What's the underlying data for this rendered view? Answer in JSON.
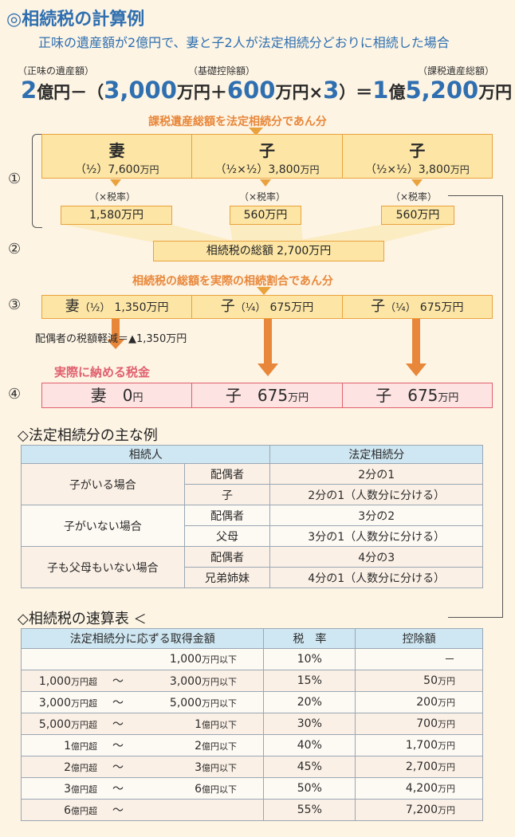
{
  "title": "◎相続税の計算例",
  "subtitle": "正味の遺産額が2億円で、妻と子2人が法定相続分どおりに相続した場合",
  "formula": {
    "labels": [
      "（正味の遺産額）",
      "（基礎控除額）",
      "（課税遺産総額）"
    ],
    "parts": [
      "2",
      "億円－（",
      "3,000",
      "万円＋",
      "600",
      "万円×",
      "3",
      "）＝",
      "1",
      "億",
      "5,200",
      "万円"
    ]
  },
  "caption1": "課税遺産総額を法定相続分であん分",
  "step_markers": [
    "①",
    "②",
    "③",
    "④"
  ],
  "heirs_row1": [
    {
      "name": "妻",
      "frac": "（½）",
      "amount": "7,600",
      "unit": "万円"
    },
    {
      "name": "子",
      "frac": "（½×½）",
      "amount": "3,800",
      "unit": "万円"
    },
    {
      "name": "子",
      "frac": "（½×½）",
      "amount": "3,800",
      "unit": "万円"
    }
  ],
  "tax_rate_label": "（×税率）",
  "tax_amounts": [
    "1,580万円",
    "560万円",
    "560万円"
  ],
  "total_tax": "相続税の総額 2,700万円",
  "caption2": "相続税の総額を実際の相続割合であん分",
  "heirs_row3": [
    {
      "name": "妻",
      "frac": "（½）",
      "amount": "1,350万円"
    },
    {
      "name": "子",
      "frac": "（¼）",
      "amount": "675万円"
    },
    {
      "name": "子",
      "frac": "（¼）",
      "amount": "675万円"
    }
  ],
  "spouse_reduction": "配偶者の税額軽減＝▲1,350万円",
  "caption3": "実際に納める税金",
  "final_row": [
    {
      "name": "妻",
      "amount": "0",
      "unit": "円"
    },
    {
      "name": "子",
      "amount": "675",
      "unit": "万円"
    },
    {
      "name": "子",
      "amount": "675",
      "unit": "万円"
    }
  ],
  "section2_title": "◇法定相続分の主な例",
  "table1": {
    "headers": [
      "相続人",
      "法定相続分"
    ],
    "groups": [
      {
        "case": "子がいる場合",
        "rows": [
          [
            "配偶者",
            "2分の1"
          ],
          [
            "子",
            "2分の1（人数分に分ける）"
          ]
        ]
      },
      {
        "case": "子がいない場合",
        "rows": [
          [
            "配偶者",
            "3分の2"
          ],
          [
            "父母",
            "3分の1（人数分に分ける）"
          ]
        ]
      },
      {
        "case": "子も父母もいない場合",
        "rows": [
          [
            "配偶者",
            "4分の3"
          ],
          [
            "兄弟姉妹",
            "4分の1（人数分に分ける）"
          ]
        ]
      }
    ]
  },
  "section3_title": "◇相続税の速算表",
  "section3_arrow": "＜",
  "table2": {
    "headers": [
      "法定相続分に応ずる取得金額",
      "税　率",
      "控除額"
    ],
    "rows": [
      {
        "from": "",
        "from_unit": "",
        "tilde": "",
        "to": "1,000",
        "to_unit": "万円以下",
        "rate": "10%",
        "ded": "－",
        "ded_unit": ""
      },
      {
        "from": "1,000",
        "from_unit": "万円超",
        "tilde": "～",
        "to": "3,000",
        "to_unit": "万円以下",
        "rate": "15%",
        "ded": "50",
        "ded_unit": "万円"
      },
      {
        "from": "3,000",
        "from_unit": "万円超",
        "tilde": "～",
        "to": "5,000",
        "to_unit": "万円以下",
        "rate": "20%",
        "ded": "200",
        "ded_unit": "万円"
      },
      {
        "from": "5,000",
        "from_unit": "万円超",
        "tilde": "～",
        "to": "1",
        "to_unit": "億円以下",
        "rate": "30%",
        "ded": "700",
        "ded_unit": "万円"
      },
      {
        "from": "1",
        "from_unit": "億円超",
        "tilde": "～",
        "to": "2",
        "to_unit": "億円以下",
        "rate": "40%",
        "ded": "1,700",
        "ded_unit": "万円"
      },
      {
        "from": "2",
        "from_unit": "億円超",
        "tilde": "～",
        "to": "3",
        "to_unit": "億円以下",
        "rate": "45%",
        "ded": "2,700",
        "ded_unit": "万円"
      },
      {
        "from": "3",
        "from_unit": "億円超",
        "tilde": "～",
        "to": "6",
        "to_unit": "億円以下",
        "rate": "50%",
        "ded": "4,200",
        "ded_unit": "万円"
      },
      {
        "from": "6",
        "from_unit": "億円超",
        "tilde": "～",
        "to": "",
        "to_unit": "",
        "rate": "55%",
        "ded": "7,200",
        "ded_unit": "万円"
      }
    ]
  },
  "colors": {
    "title_blue": "#2f6fb0",
    "orange": "#e8873a",
    "box_fill": "#fde6a5",
    "pink": "#e0606e"
  }
}
